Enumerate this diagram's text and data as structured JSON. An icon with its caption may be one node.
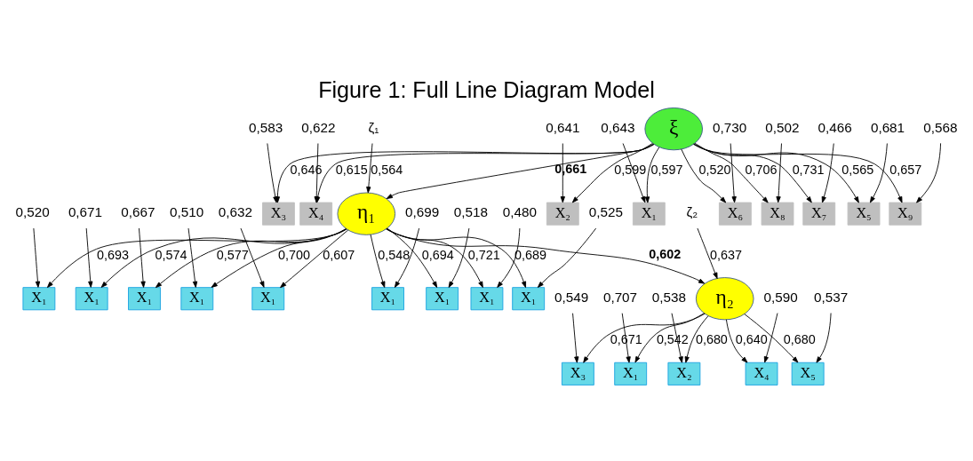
{
  "diagram": {
    "title": "Figure 1: Full Line Diagram Model",
    "nodes": [
      {
        "text": [
          "0,520"
        ]
      },
      {
        "text": [
          "0,671"
        ]
      },
      {
        "text": [
          "0,667"
        ]
      },
      {
        "text": [
          "0,510"
        ]
      },
      {
        "text": [
          "0,632"
        ]
      },
      {
        "text": [
          "0,699"
        ]
      },
      {
        "text": [
          "0,518"
        ]
      },
      {
        "text": [
          "0,480"
        ]
      },
      {
        "text": [
          "0,525"
        ]
      },
      {
        "text": [
          "X₁"
        ]
      },
      {
        "text": [
          "X₁"
        ]
      },
      {
        "text": [
          "X₁"
        ]
      },
      {
        "text": [
          "X₁"
        ]
      },
      {
        "text": [
          "X₁"
        ]
      },
      {
        "text": [
          "X₁"
        ]
      },
      {
        "text": [
          "X₁"
        ]
      },
      {
        "text": [
          "X₁"
        ]
      },
      {
        "text": [
          "X₁"
        ]
      },
      {
        "text": [
          "0,643"
        ]
      },
      {
        "text": [
          "X₁"
        ]
      },
      {
        "text": [
          "0,641"
        ]
      },
      {
        "text": [
          "X₂"
        ]
      },
      {
        "text": [
          "0,583"
        ]
      },
      {
        "text": [
          "X₃"
        ]
      },
      {
        "text": [
          "0,622"
        ]
      },
      {
        "text": [
          "X₄"
        ]
      },
      {
        "text": [
          "0,681"
        ]
      },
      {
        "text": [
          "X₅"
        ]
      },
      {
        "text": [
          "0,730"
        ]
      },
      {
        "text": [
          "X₆"
        ]
      },
      {
        "text": [
          "0,466"
        ]
      },
      {
        "text": [
          "X₇"
        ]
      },
      {
        "text": [
          "0,502"
        ]
      },
      {
        "text": [
          "X₈"
        ]
      },
      {
        "text": [
          "0,568"
        ]
      },
      {
        "text": [
          "X₉"
        ]
      },
      {
        "text": [
          "X₁"
        ]
      },
      {
        "text": [
          "0,707"
        ]
      },
      {
        "text": [
          "X₂"
        ]
      },
      {
        "text": [
          "0,538"
        ]
      },
      {
        "text": [
          "X₃"
        ]
      },
      {
        "text": [
          "0,549"
        ]
      },
      {
        "text": [
          "X₄"
        ]
      },
      {
        "text": [
          "0,590"
        ]
      },
      {
        "text": [
          "X₅"
        ]
      },
      {
        "text": [
          "0,537"
        ]
      },
      {
        "text": [
          "ξ"
        ]
      },
      {
        "text": [
          "η₁"
        ]
      },
      {
        "text": [
          "η₂"
        ]
      },
      {
        "text": [
          "ζ₁"
        ]
      },
      {
        "text": [
          "ζ₂"
        ]
      }
    ],
    "edges": [
      {
        "from": 0,
        "to": 9,
        "arrow": "to"
      },
      {
        "from": 1,
        "to": 10,
        "arrow": "to"
      },
      {
        "from": 2,
        "to": 11,
        "arrow": "to"
      },
      {
        "from": 3,
        "to": 12,
        "arrow": "to"
      },
      {
        "from": 4,
        "to": 13,
        "arrow": "to"
      },
      {
        "from": 5,
        "to": 14,
        "arrow": "to"
      },
      {
        "from": 6,
        "to": 15,
        "arrow": "to"
      },
      {
        "from": 7,
        "to": 16,
        "arrow": "to"
      },
      {
        "from": 8,
        "to": 17,
        "arrow": "to"
      },
      {
        "from": 47,
        "to": 9,
        "label": "0,693",
        "arrow": "to"
      },
      {
        "from": 47,
        "to": 10,
        "label": "0,574",
        "arrow": "to"
      },
      {
        "from": 47,
        "to": 11,
        "label": "0,577",
        "arrow": "to"
      },
      {
        "from": 47,
        "to": 12,
        "label": "0,700",
        "arrow": "to"
      },
      {
        "from": 47,
        "to": 13,
        "label": "0,607",
        "arrow": "to"
      },
      {
        "from": 47,
        "to": 14,
        "label": "0,548",
        "arrow": "to"
      },
      {
        "from": 47,
        "to": 15,
        "label": "0,694",
        "arrow": "to"
      },
      {
        "from": 47,
        "to": 16,
        "label": "0,721",
        "arrow": "to"
      },
      {
        "from": 47,
        "to": 17,
        "label": "0,689",
        "arrow": "to"
      },
      {
        "from": 18,
        "to": 19,
        "arrow": "to"
      },
      {
        "from": 20,
        "to": 21,
        "arrow": "to"
      },
      {
        "from": 22,
        "to": 23,
        "arrow": "to"
      },
      {
        "from": 24,
        "to": 25,
        "arrow": "to"
      },
      {
        "from": 26,
        "to": 27,
        "arrow": "to"
      },
      {
        "from": 28,
        "to": 29,
        "arrow": "to"
      },
      {
        "from": 30,
        "to": 31,
        "arrow": "to"
      },
      {
        "from": 32,
        "to": 33,
        "arrow": "to"
      },
      {
        "from": 34,
        "to": 35,
        "arrow": "to"
      },
      {
        "from": 46,
        "to": 19,
        "label": "0,597",
        "arrow": "to"
      },
      {
        "from": 46,
        "to": 21,
        "label": "0,599",
        "arrow": "to"
      },
      {
        "from": 46,
        "to": 23,
        "label": "0,646",
        "arrow": "to"
      },
      {
        "from": 46,
        "to": 25,
        "label": "0,615",
        "arrow": "to"
      },
      {
        "from": 46,
        "to": 27,
        "label": "0,565",
        "arrow": "to"
      },
      {
        "from": 46,
        "to": 29,
        "label": "0,520",
        "arrow": "to"
      },
      {
        "from": 46,
        "to": 31,
        "label": "0,731",
        "arrow": "to"
      },
      {
        "from": 46,
        "to": 33,
        "label": "0,706",
        "arrow": "to"
      },
      {
        "from": 46,
        "to": 35,
        "label": "0,657",
        "arrow": "to"
      },
      {
        "from": 46,
        "to": 47,
        "label": "0,661",
        "arrow": "to"
      },
      {
        "from": 47,
        "to": 48,
        "label": "0,602",
        "arrow": "to"
      },
      {
        "from": 49,
        "to": 47,
        "label": "0,564",
        "arrow": "to"
      },
      {
        "from": 50,
        "to": 48,
        "label": "0,637",
        "arrow": "to"
      },
      {
        "from": 48,
        "to": 36,
        "label": "0,542",
        "arrow": "to"
      },
      {
        "from": 48,
        "to": 38,
        "label": "0,680",
        "arrow": "to"
      },
      {
        "from": 48,
        "to": 40,
        "label": "0,671",
        "arrow": "to"
      },
      {
        "from": 48,
        "to": 42,
        "label": "0,640",
        "arrow": "to"
      },
      {
        "from": 48,
        "to": 44,
        "label": "0,680",
        "arrow": "to"
      },
      {
        "from": 37,
        "to": 36,
        "arrow": "to"
      },
      {
        "from": 39,
        "to": 38,
        "arrow": "to"
      },
      {
        "from": 41,
        "to": 40,
        "arrow": "to"
      },
      {
        "from": 43,
        "to": 42,
        "arrow": "to"
      },
      {
        "from": 45,
        "to": 44,
        "arrow": "to"
      }
    ]
  }
}
